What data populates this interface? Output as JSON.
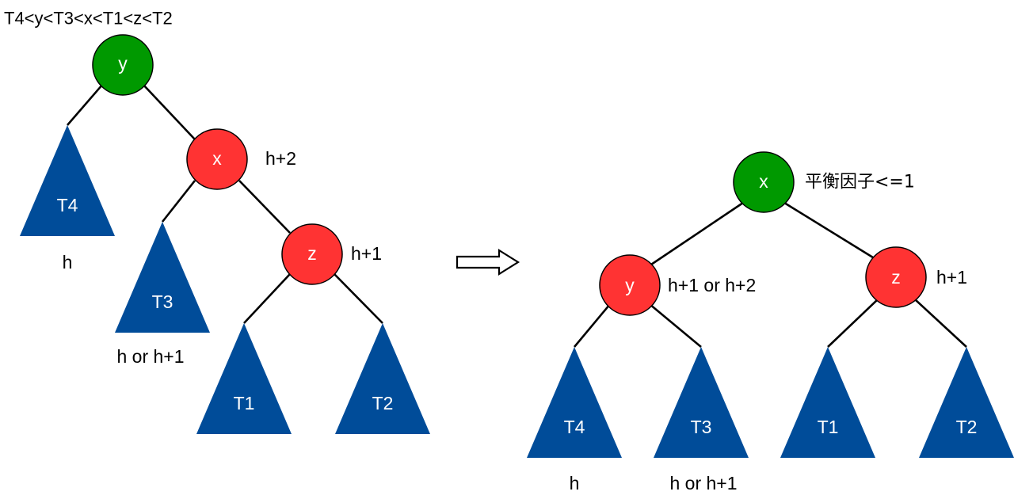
{
  "colors": {
    "green_node": "#009900",
    "red_node": "#ff3333",
    "subtree": "#004c99",
    "edge": "#000000",
    "text": "#000000",
    "node_text": "#ffffff"
  },
  "ordering_caption": "T4<y<T3<x<T1<z<T2",
  "before": {
    "nodes": {
      "y": "y",
      "x": "x",
      "z": "z"
    },
    "subtrees": {
      "t4": "T4",
      "t3": "T3",
      "t1": "T1",
      "t2": "T2"
    },
    "heights": {
      "x": "h+2",
      "z": "h+1",
      "t4": "h",
      "t3": "h or h+1"
    }
  },
  "arrow_icon": "double-arrow-right-icon",
  "after": {
    "nodes": {
      "x": "x",
      "y": "y",
      "z": "z"
    },
    "subtrees": {
      "t4": "T4",
      "t3": "T3",
      "t1": "T1",
      "t2": "T2"
    },
    "annotations": {
      "x_balance": "平衡因子<=1",
      "y_height": "h+1 or h+2",
      "z_height": "h+1",
      "t4": "h",
      "t3": "h or h+1"
    }
  }
}
